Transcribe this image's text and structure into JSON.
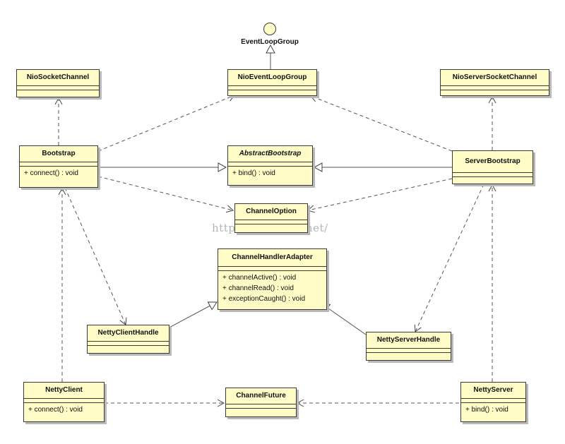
{
  "interface": {
    "name": "EventLoopGroup"
  },
  "classes": {
    "nio_socket_channel": {
      "name": "NioSocketChannel"
    },
    "nio_event_loop_group": {
      "name": "NioEventLoopGroup"
    },
    "nio_server_socket_channel": {
      "name": "NioServerSocketChannel"
    },
    "bootstrap": {
      "name": "Bootstrap",
      "ops": [
        "+ connect() : void"
      ]
    },
    "abstract_bootstrap": {
      "name": "AbstractBootstrap",
      "abstract": true,
      "ops": [
        "+ bind() : void"
      ]
    },
    "server_bootstrap": {
      "name": "ServerBootstrap"
    },
    "channel_option": {
      "name": "ChannelOption"
    },
    "channel_handler_adapter": {
      "name": "ChannelHandlerAdapter",
      "ops": [
        "+ channelActive() : void",
        "+ channelRead() : void",
        "+ exceptionCaught() : void"
      ]
    },
    "netty_client_handle": {
      "name": "NettyClientHandle"
    },
    "netty_server_handle": {
      "name": "NettyServerHandle"
    },
    "netty_client": {
      "name": "NettyClient",
      "ops": [
        "+ connect() : void"
      ]
    },
    "channel_future": {
      "name": "ChannelFuture"
    },
    "netty_server": {
      "name": "NettyServer",
      "ops": [
        "+ bind() : void"
      ]
    }
  },
  "watermark": "http://blog.csdn.net/"
}
